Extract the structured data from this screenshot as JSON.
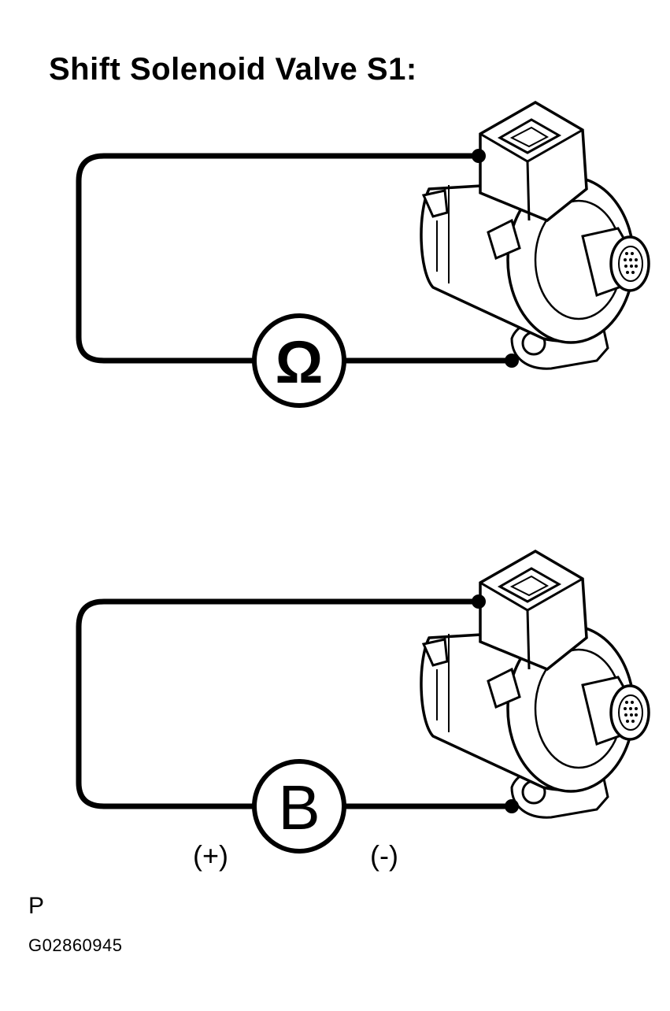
{
  "title": "Shift Solenoid Valve S1:",
  "top_circuit": {
    "meter_symbol": "Ω",
    "icon": "ohmmeter-icon"
  },
  "bottom_circuit": {
    "meter_symbol": "B",
    "icon": "battery-icon",
    "positive_label": "(+)",
    "negative_label": "(-)"
  },
  "corner_mark": "P",
  "figure_code": "G02860945"
}
